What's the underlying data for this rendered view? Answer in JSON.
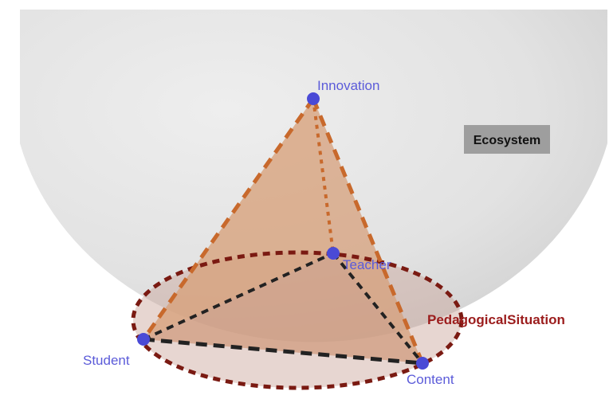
{
  "diagram": {
    "vertices": {
      "innovation": {
        "label": "Innovation"
      },
      "teacher": {
        "label": "Teacher"
      },
      "student": {
        "label": "Student"
      },
      "content": {
        "label": "Content"
      }
    },
    "region_labels": {
      "ecosystem": "Ecosystem",
      "pedagogical_situation": "PedagogicalSituation"
    },
    "colors": {
      "background_sphere": "#e6e6e6",
      "pyramid_face": "#d49a73",
      "edge_orange": "#c8692c",
      "edge_black": "#222222",
      "ellipse": "#7a1a12",
      "vertex_point": "#4a4ad6",
      "vertex_label": "#5b5bd9",
      "pedagogical_label": "#9b1c1c",
      "ecosystem_box": "#9e9e9e"
    }
  }
}
